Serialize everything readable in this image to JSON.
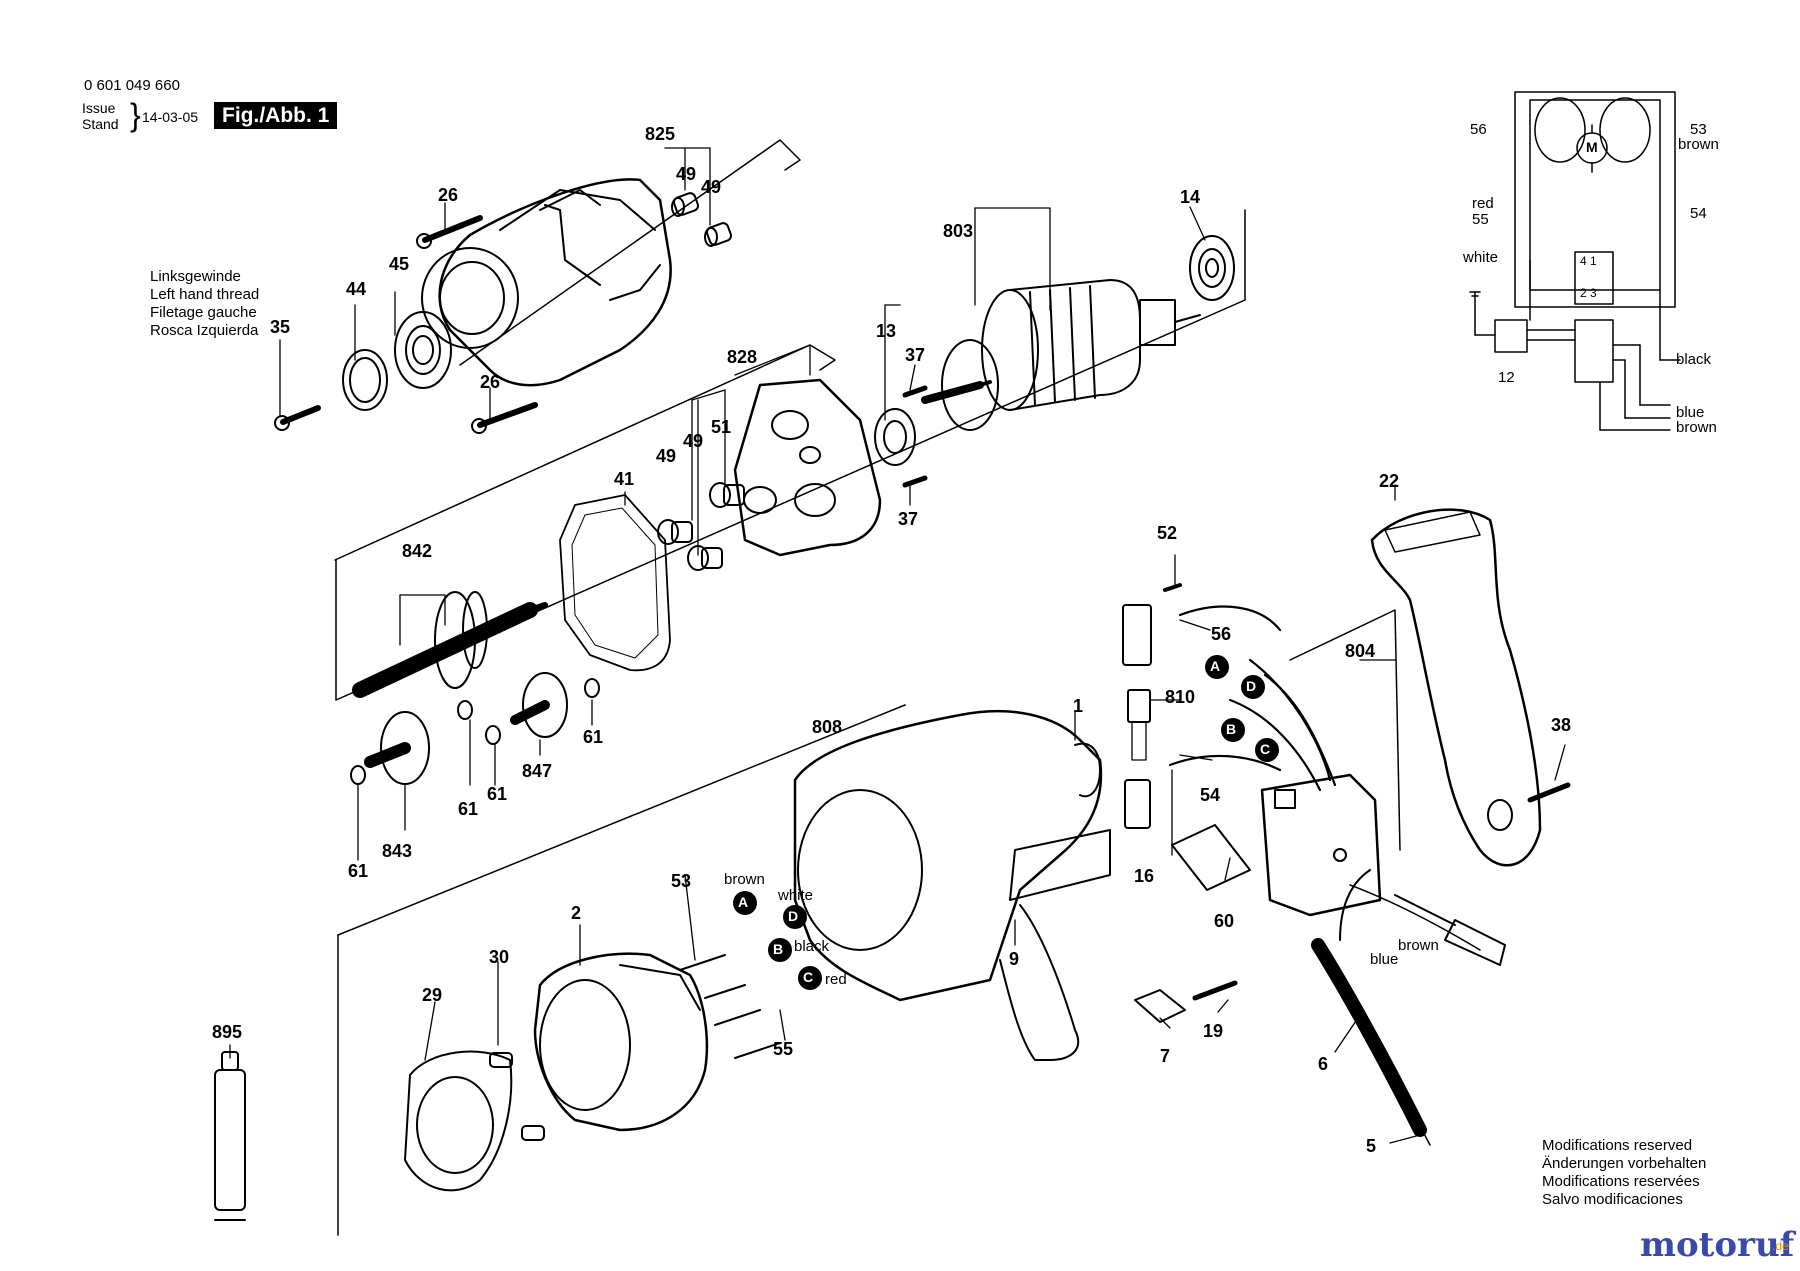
{
  "header": {
    "part_number": "0 601 049 660",
    "issue_label": "Issue",
    "stand_label": "Stand",
    "issue_date": "14-03-05",
    "figure_label": "Fig./Abb. 1"
  },
  "thread_note": [
    "Linksgewinde",
    "Left hand thread",
    "Filetage gauche",
    "Rosca Izquierda"
  ],
  "part_labels": {
    "p825": "825",
    "p49a": "49",
    "p49b": "49",
    "p26a": "26",
    "p45": "45",
    "p44": "44",
    "p35": "35",
    "p26b": "26",
    "p14": "14",
    "p803": "803",
    "p13": "13",
    "p37a": "37",
    "p37b": "37",
    "p828": "828",
    "p49c": "49",
    "p49d": "49",
    "p51": "51",
    "p41": "41",
    "p842": "842",
    "p61a": "61",
    "p61b": "61",
    "p61c": "61",
    "p61d": "61",
    "p847": "847",
    "p843": "843",
    "p808": "808",
    "p1": "1",
    "p9": "9",
    "p52": "52",
    "p56": "56",
    "p810": "810",
    "p54": "54",
    "p16": "16",
    "p60": "60",
    "p804": "804",
    "p22": "22",
    "p38": "38",
    "p53": "53",
    "p55": "55",
    "p2": "2",
    "p30": "30",
    "p29": "29",
    "p895": "895",
    "p7": "7",
    "p19": "19",
    "p6": "6",
    "p5": "5"
  },
  "connector_letters": {
    "A1": "A",
    "D1": "D",
    "B1": "B",
    "C1": "C",
    "A2": "A",
    "D2": "D",
    "B2": "B",
    "C2": "C"
  },
  "wire_colors": {
    "brown": "brown",
    "white": "white",
    "black": "black",
    "red": "red",
    "cord_brown": "brown",
    "cord_blue": "blue"
  },
  "schematic": {
    "l56": "56",
    "l53": "53",
    "l53_color": "brown",
    "l55_color": "red",
    "l55": "55",
    "l54": "54",
    "l_white": "white",
    "l12": "12",
    "l_black": "black",
    "l_blue": "blue",
    "l_brown": "brown",
    "motor": "M",
    "sw41": "4 1",
    "sw23": "2 3"
  },
  "modifications": [
    "Modifications reserved",
    "Änderungen vorbehalten",
    "Modifications reservées",
    "Salvo modificaciones"
  ],
  "brand": {
    "name": "motoruf",
    "tld": ".de",
    "accent_color": "#e98a16",
    "text_color": "#3a4aa8"
  }
}
